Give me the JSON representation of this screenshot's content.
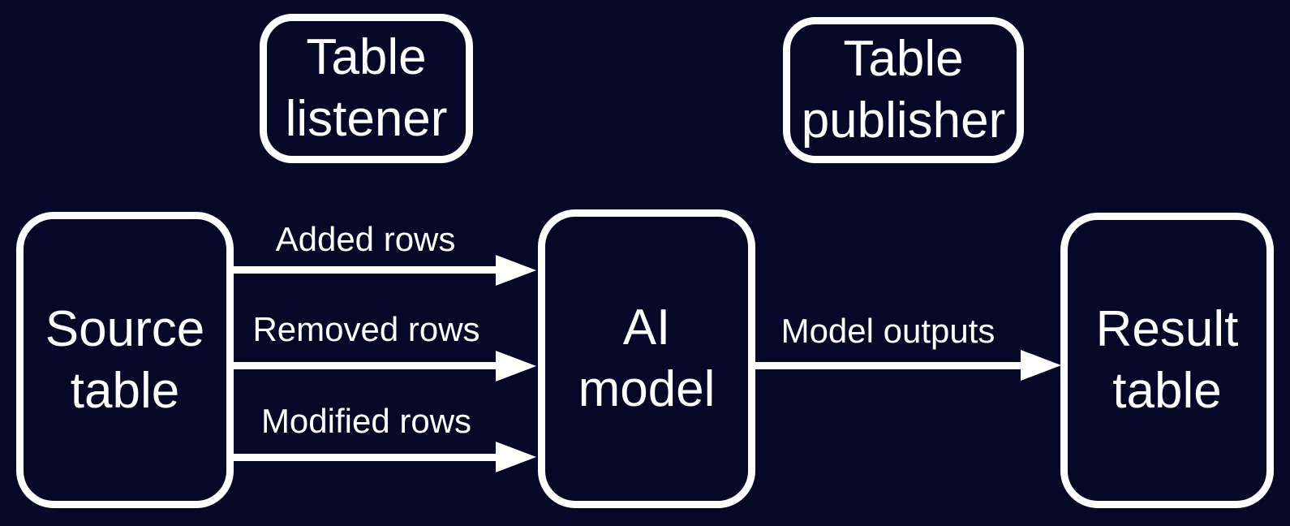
{
  "diagram": {
    "bg_color": "#060828",
    "stroke_color": "#ffffff",
    "nodes": {
      "table_listener": {
        "line1": "Table",
        "line2": "listener"
      },
      "table_publisher": {
        "line1": "Table",
        "line2": "publisher"
      },
      "source_table": {
        "line1": "Source",
        "line2": "table"
      },
      "ai_model": {
        "line1": "AI",
        "line2": "model"
      },
      "result_table": {
        "line1": "Result",
        "line2": "table"
      }
    },
    "edges": {
      "added_rows": {
        "label": "Added rows"
      },
      "removed_rows": {
        "label": "Removed rows"
      },
      "modified_rows": {
        "label": "Modified rows"
      },
      "model_outputs": {
        "label": "Model outputs"
      }
    }
  }
}
